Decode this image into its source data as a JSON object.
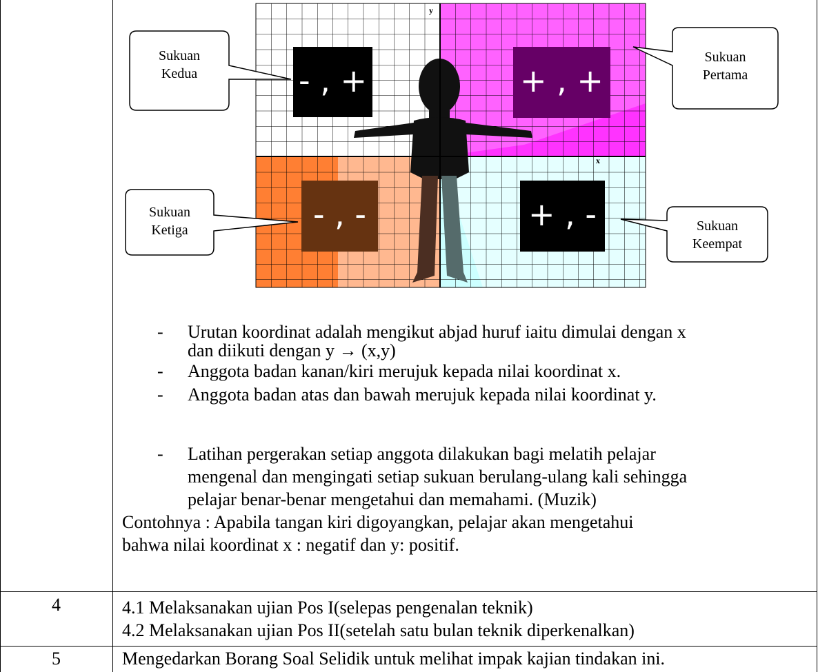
{
  "figure": {
    "axis_y_label": "y",
    "axis_x_label": "x",
    "quadrants": {
      "q1": {
        "sign": "+ , +",
        "callout": [
          "Sukuan",
          "Pertama"
        ],
        "bg": "#ff33ff",
        "box": "#660066"
      },
      "q2": {
        "sign": "- , +",
        "callout": [
          "Sukuan",
          "Kedua"
        ],
        "bg": "#ffffff",
        "box": "#000000"
      },
      "q3": {
        "sign": "- , -",
        "callout": [
          "Sukuan",
          "Ketiga"
        ],
        "bg": "#ff7f33",
        "box": "#663311"
      },
      "q4": {
        "sign": "+ , -",
        "callout": [
          "Sukuan",
          "Keempat"
        ],
        "bg": "#ccffff",
        "box": "#000000"
      }
    }
  },
  "notes": [
    {
      "bullet": "-",
      "lines": [
        "Urutan koordinat adalah mengikut abjad huruf iaitu dimulai dengan x",
        "dan diikuti dengan y    → (x,y)"
      ]
    },
    {
      "bullet": "-",
      "lines": [
        "Anggota badan kanan/kiri merujuk kepada nilai koordinat x."
      ]
    },
    {
      "bullet": "-",
      "lines": [
        "Anggota badan atas dan bawah merujuk kepada nilai koordinat y."
      ]
    },
    {
      "bullet": "-",
      "lines": [
        "Latihan pergerakan setiap anggota dilakukan bagi melatih pelajar",
        "mengenal dan mengingati setiap sukuan berulang-ulang kali sehingga",
        "pelajar benar-benar mengetahui dan memahami. (Muzik)"
      ]
    }
  ],
  "example": [
    "Contohnya : Apabila tangan kiri digoyangkan, pelajar akan mengetahui",
    "bahwa nilai koordinat x : negatif dan y: positif."
  ],
  "rows": [
    {
      "num": "4",
      "lines": [
        "4.1   Melaksanakan ujian Pos I(selepas pengenalan teknik)",
        "4.2   Melaksanakan ujian Pos II(setelah satu bulan teknik diperkenalkan)"
      ]
    },
    {
      "num": "5",
      "lines": [
        "Mengedarkan Borang Soal Selidik untuk melihat impak kajian tindakan ini."
      ]
    }
  ]
}
